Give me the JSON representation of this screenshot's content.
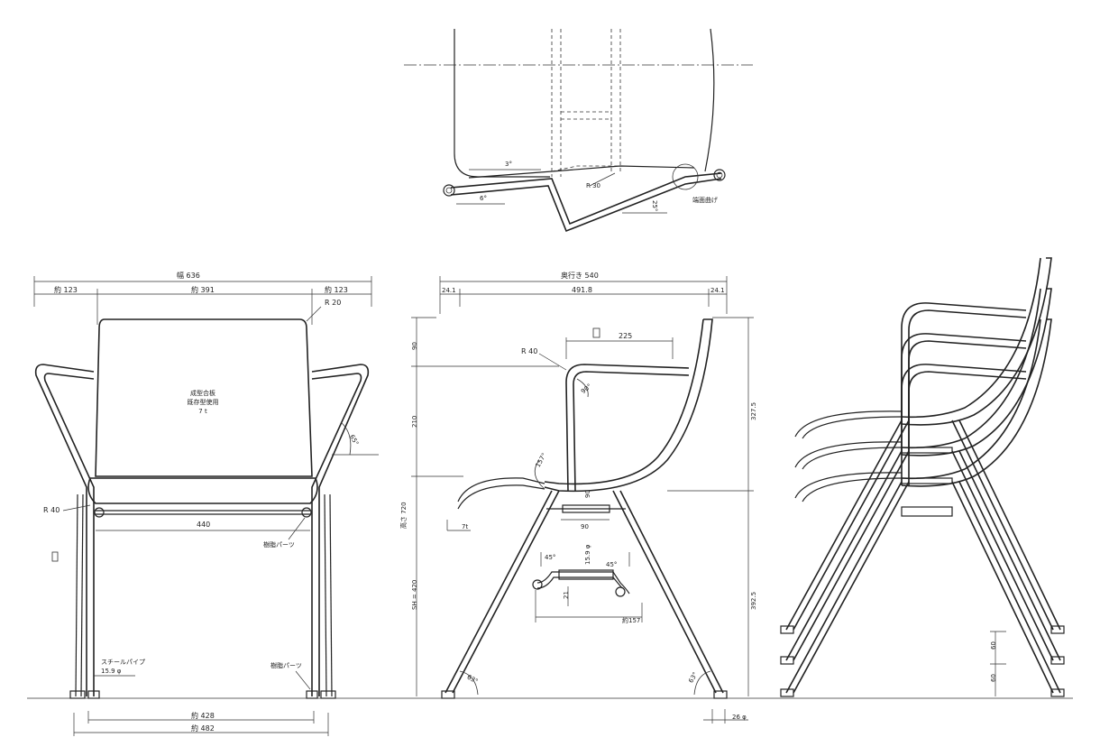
{
  "front_view": {
    "overall_width": "幅 636",
    "left_width": "約 123",
    "center_width": "約 391",
    "right_width": "約 123",
    "corner_radius": "R 20",
    "back_note_line1": "成型合板",
    "back_note_line2": "既存型使用",
    "back_note_line3": "7 t",
    "arm_angle": "65°",
    "bend_radius": "R 40",
    "inner_width": "440",
    "resin_part_upper": "樹脂パーツ",
    "steel_pipe": "スチールパイプ",
    "pipe_diameter": "15.9 φ",
    "resin_part_lower": "樹脂パーツ",
    "foot_inner": "約 428",
    "foot_outer": "約 482"
  },
  "side_view": {
    "overall_depth": "奥行き 540",
    "depth_left": "24.1",
    "depth_center": "491.8",
    "depth_right": "24.1",
    "arm_length": "225",
    "bend_radius": "R 40",
    "arm_angle": "90°",
    "seat_angle": "157°",
    "height_top": "90",
    "height_mid": "210",
    "overall_height": "高さ 720",
    "seat_height": "SH = 420",
    "right_upper_height": "327.5",
    "right_lower_height": "392.5",
    "plate_thickness": "7t",
    "bar_height": "90",
    "bar_width": "90",
    "detail_angle_left": "45°",
    "detail_angle_right": "45°",
    "detail_pipe": "15.9 φ",
    "detail_height": "21",
    "detail_width": "約157",
    "leg_angle_left": "63°",
    "leg_angle_right": "63°",
    "pipe_outer": "26 φ"
  },
  "plan_detail": {
    "angle_top": "3°",
    "angle_bottom": "6°",
    "radius": "R 30",
    "end_note": "端面曲げ",
    "side_angle": "25°"
  },
  "stack_view": {
    "stack_upper": "60",
    "stack_lower": "60"
  }
}
